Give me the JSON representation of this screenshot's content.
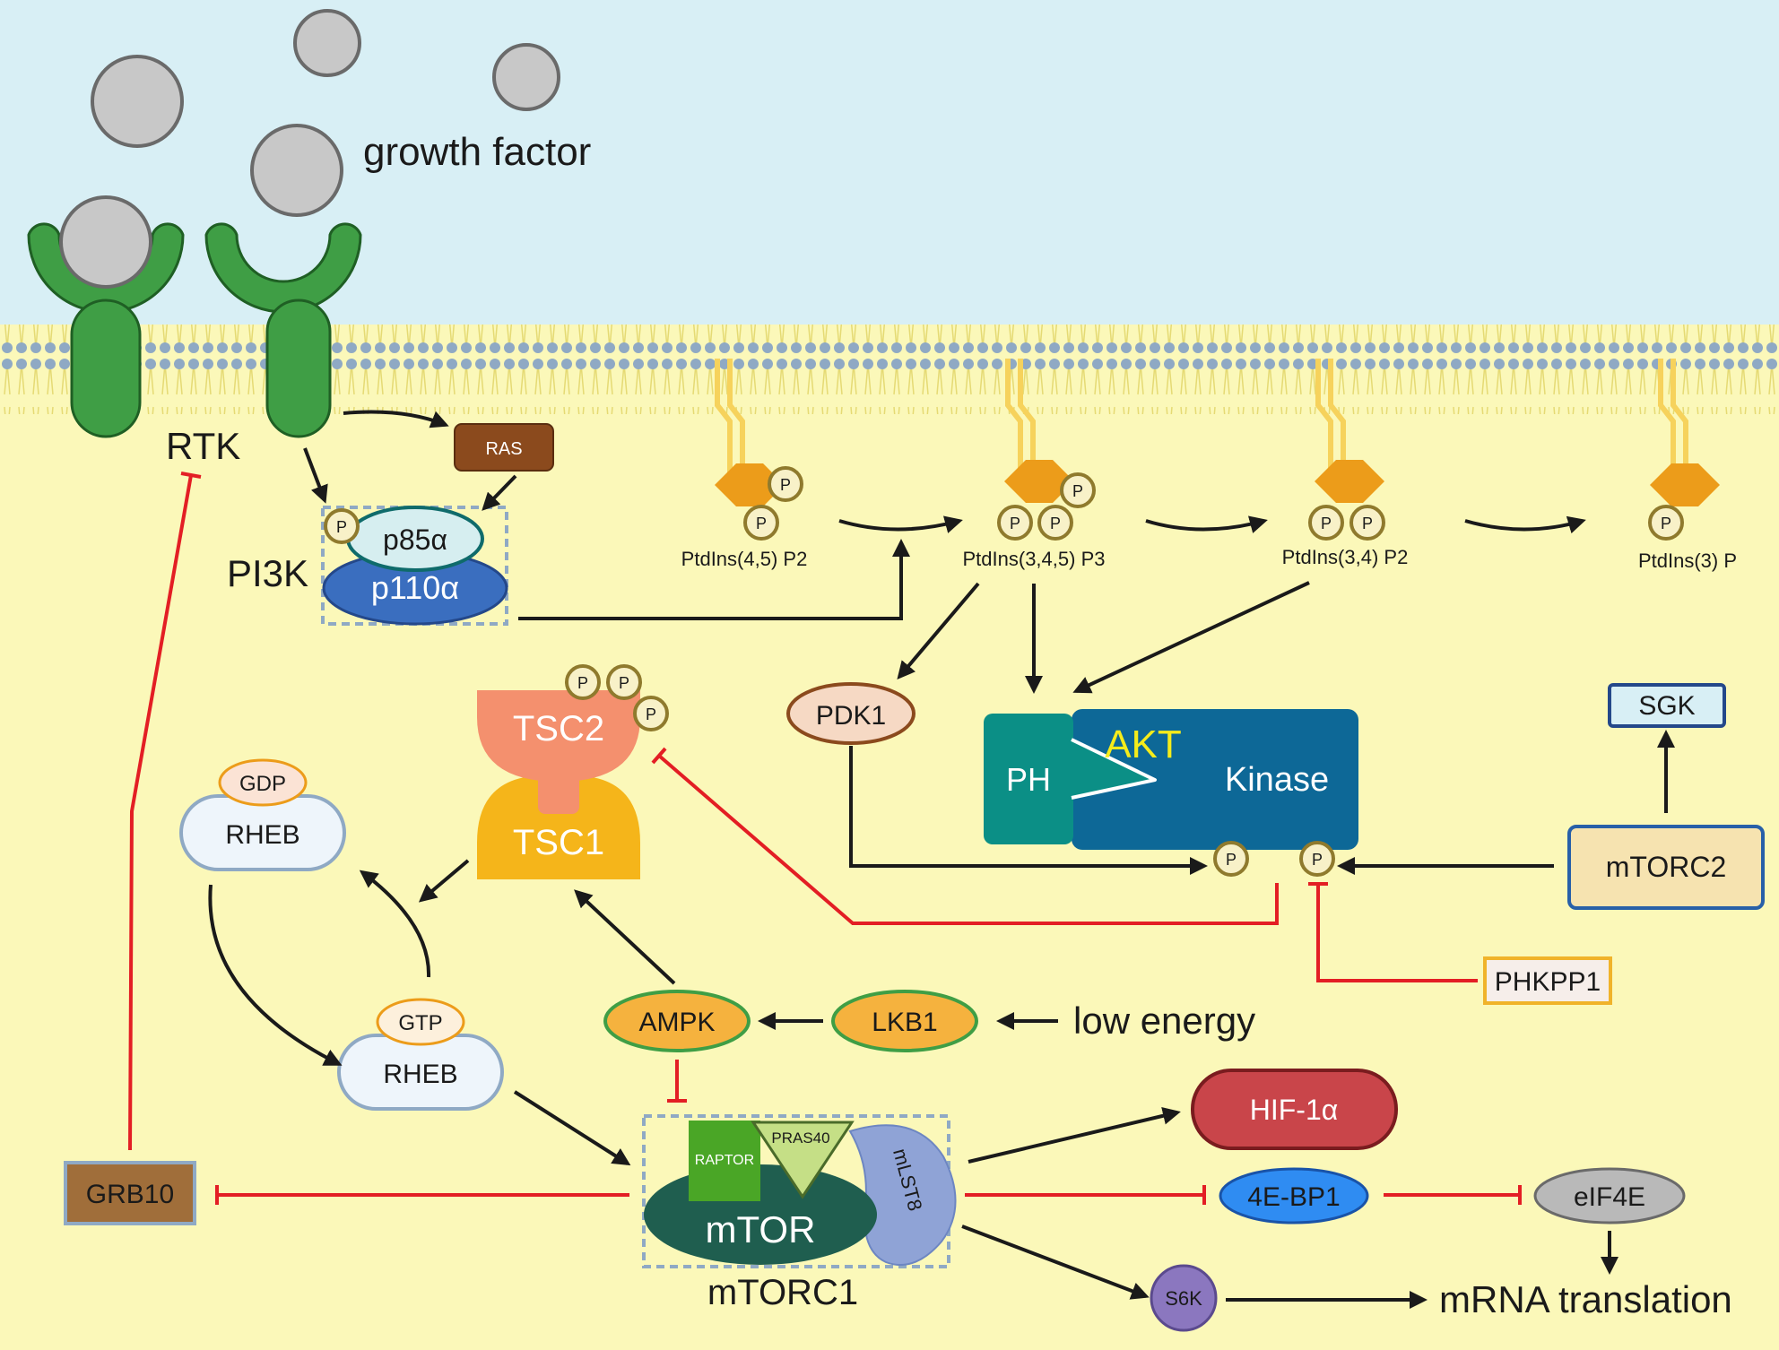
{
  "colors": {
    "extracellular": "#d8eff5",
    "cytoplasm": "#fbf8b9",
    "membrane_head": "#8fa9c4",
    "receptor": "#3f9e45",
    "activation_arrow": "#1a1a1a",
    "inhibition_arrow": "#e31e24",
    "akt_dark": "#0d6897",
    "akt_ph": "#0b8f86",
    "akt_label": "#f5ec1b"
  },
  "labels": {
    "growth_factor": "growth factor",
    "rtk": "RTK",
    "ras": "RAS",
    "pi3k": "PI3K",
    "p85a": "p85α",
    "p110a": "p110α",
    "phospho": "P",
    "ptdins45p2": "PtdIns(4,5) P2",
    "ptdins345p3": "PtdIns(3,4,5) P3",
    "ptdins34p2": "PtdIns(3,4) P2",
    "ptdins3p": "PtdIns(3) P",
    "pdk1": "PDK1",
    "akt": "AKT",
    "ph": "PH",
    "kinase": "Kinase",
    "sgk": "SGK",
    "mtorc2": "mTORC2",
    "phkpp1": "PHKPP1",
    "tsc2": "TSC2",
    "tsc1": "TSC1",
    "gdp": "GDP",
    "gtp": "GTP",
    "rheb_gdp": "RHEB",
    "rheb_gtp": "RHEB",
    "ampk": "AMPK",
    "lkb1": "LKB1",
    "low_energy": "low energy",
    "raptor": "RAPTOR",
    "pras40": "PRAS40",
    "mlst8": "mLST8",
    "mtor": "mTOR",
    "mtorc1": "mTORC1",
    "grb10": "GRB10",
    "hif1a": "HIF-1α",
    "ebp1": "4E-BP1",
    "eif4e": "eIF4E",
    "s6k": "S6K",
    "mrna_translation": "mRNA translation"
  }
}
